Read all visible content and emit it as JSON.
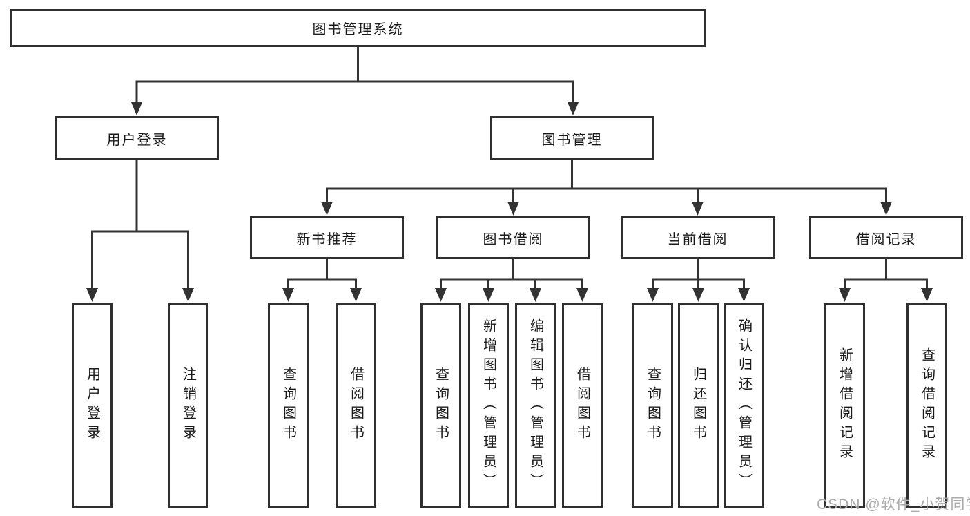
{
  "tree": {
    "root": {
      "label": "图书管理系统"
    },
    "level2": [
      {
        "label": "用户登录",
        "children": [
          {
            "label": "用户登录"
          },
          {
            "label": "注销登录"
          }
        ]
      },
      {
        "label": "图书管理",
        "children": [
          {
            "label": "新书推荐",
            "children": [
              {
                "label": "查询图书"
              },
              {
                "label": "借阅图书"
              }
            ]
          },
          {
            "label": "图书借阅",
            "children": [
              {
                "label": "查询图书"
              },
              {
                "label": "新增图书（管理员）"
              },
              {
                "label": "编辑图书（管理员）"
              },
              {
                "label": "借阅图书"
              }
            ]
          },
          {
            "label": "当前借阅",
            "children": [
              {
                "label": "查询图书"
              },
              {
                "label": "归还图书"
              },
              {
                "label": "确认归还（管理员）"
              }
            ]
          },
          {
            "label": "借阅记录",
            "children": [
              {
                "label": "新增借阅记录"
              },
              {
                "label": "查询借阅记录"
              }
            ]
          }
        ]
      }
    ]
  },
  "watermark": {
    "text": "CSDN @软件_小贺同学"
  },
  "colors": {
    "line": "#333333",
    "box_border": "#2f2f2f",
    "box_fill": "#ffffff",
    "text": "#1a1a1a",
    "watermark": "#ababab"
  }
}
